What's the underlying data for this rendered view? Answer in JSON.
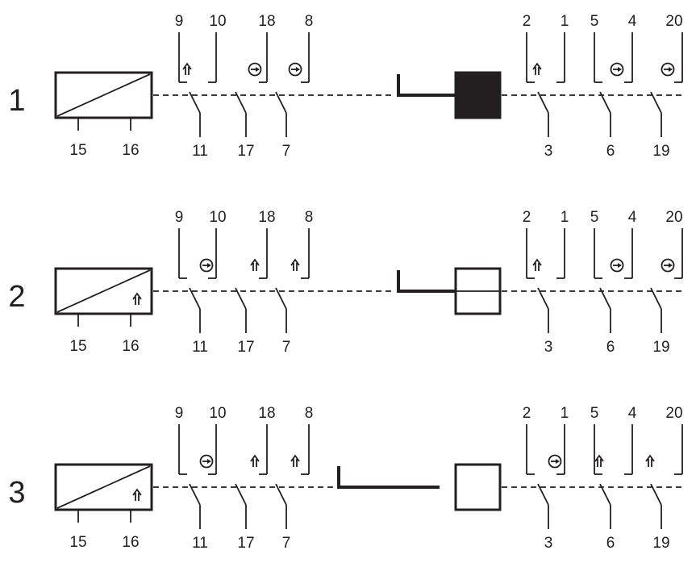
{
  "rows": [
    {
      "label": "1",
      "coil_labels": [
        "15",
        "16"
      ],
      "coil_arrow": false,
      "actuator": "inserted",
      "block": "filled",
      "left_contacts": {
        "top": [
          "9",
          "10",
          "18",
          "8"
        ],
        "bottom": [
          "11",
          "17",
          "7"
        ],
        "states": [
          "open-arrow",
          "time-delay",
          "time-delay"
        ]
      },
      "right_contacts": {
        "top": [
          "2",
          "1",
          "5",
          "4",
          "20"
        ],
        "bottom": [
          "3",
          "6",
          "19"
        ],
        "states": [
          "open-arrow",
          "time-delay",
          "time-delay"
        ]
      }
    },
    {
      "label": "2",
      "coil_labels": [
        "15",
        "16"
      ],
      "coil_arrow": true,
      "actuator": "inserted",
      "block": "split",
      "left_contacts": {
        "top": [
          "9",
          "10",
          "18",
          "8"
        ],
        "bottom": [
          "11",
          "17",
          "7"
        ],
        "states": [
          "time-delay",
          "open-arrow",
          "open-arrow"
        ]
      },
      "right_contacts": {
        "top": [
          "2",
          "1",
          "5",
          "4",
          "20"
        ],
        "bottom": [
          "3",
          "6",
          "19"
        ],
        "states": [
          "open-arrow",
          "time-delay",
          "time-delay"
        ]
      }
    },
    {
      "label": "3",
      "coil_labels": [
        "15",
        "16"
      ],
      "coil_arrow": true,
      "actuator": "withdrawn",
      "block": "empty",
      "left_contacts": {
        "top": [
          "9",
          "10",
          "18",
          "8"
        ],
        "bottom": [
          "11",
          "17",
          "7"
        ],
        "states": [
          "time-delay",
          "open-arrow",
          "open-arrow"
        ]
      },
      "right_contacts": {
        "top": [
          "2",
          "1",
          "5",
          "4",
          "20"
        ],
        "bottom": [
          "3",
          "6",
          "19"
        ],
        "states": [
          "time-delay",
          "open-arrow",
          "open-arrow"
        ]
      }
    }
  ],
  "colors": {
    "line": "#231f20",
    "background": "#ffffff"
  }
}
